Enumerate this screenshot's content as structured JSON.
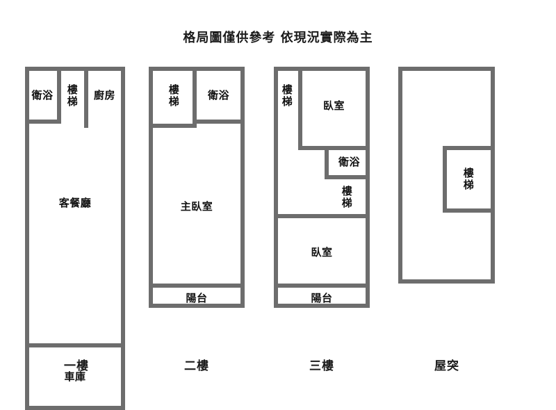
{
  "title": "格局圖僅供參考 依現況實際為主",
  "colors": {
    "wall": "#6d6d6d",
    "background": "#ffffff",
    "text": "#111111"
  },
  "floors": [
    {
      "caption": "一樓",
      "rooms": [
        {
          "name": "bathroom",
          "label": "衛浴"
        },
        {
          "name": "stairs",
          "label": "樓\n梯"
        },
        {
          "name": "kitchen",
          "label": "廚房"
        },
        {
          "name": "living-dining-room",
          "label": "客餐廳"
        },
        {
          "name": "garage",
          "label": "車庫"
        }
      ]
    },
    {
      "caption": "二樓",
      "rooms": [
        {
          "name": "stairs",
          "label": "樓\n梯"
        },
        {
          "name": "bathroom",
          "label": "衛浴"
        },
        {
          "name": "master-bedroom",
          "label": "主臥室"
        },
        {
          "name": "balcony",
          "label": "陽台"
        }
      ]
    },
    {
      "caption": "三樓",
      "rooms": [
        {
          "name": "stairs-upper",
          "label": "樓\n梯"
        },
        {
          "name": "bedroom-upper",
          "label": "臥室"
        },
        {
          "name": "bathroom",
          "label": "衛浴"
        },
        {
          "name": "stairs-lower",
          "label": "樓\n梯"
        },
        {
          "name": "bedroom-lower",
          "label": "臥室"
        },
        {
          "name": "balcony",
          "label": "陽台"
        }
      ]
    },
    {
      "caption": "屋突",
      "rooms": [
        {
          "name": "stairs",
          "label": "樓\n梯"
        }
      ]
    }
  ]
}
